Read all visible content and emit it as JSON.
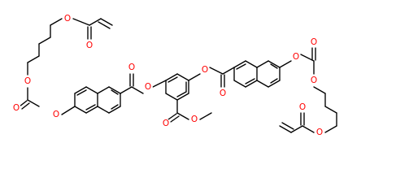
{
  "atom_label_color": "#ff0000",
  "atom_labels": {
    "o_acrylate_top_ester": "O",
    "o_acrylate_top_carbonyl": "O",
    "o_left_carbonate_ether_upper": "O",
    "o_left_carbonate_carbonyl": "O",
    "o_left_carbonate_ether_lower": "O",
    "o_left_naph_ester_carbonyl": "O",
    "o_left_naph_ester_ether": "O",
    "o_methyl_ester_carbonyl": "O",
    "o_methyl_ester_ether": "O",
    "o_right_naph_ester_ether": "O",
    "o_right_naph_ester_carbonyl": "O",
    "o_right_carbonate_ether_upper": "O",
    "o_right_carbonate_carbonyl": "O",
    "o_right_carbonate_ether_lower": "O",
    "o_acrylate_bottom_carbonyl": "O",
    "o_acrylate_bottom_ester": "O"
  }
}
